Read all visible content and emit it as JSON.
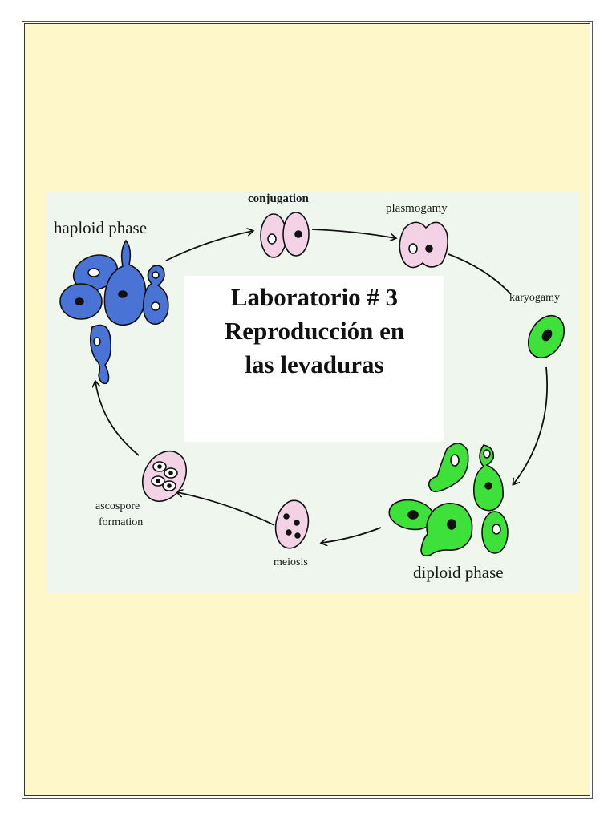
{
  "title": {
    "line1": "Laboratorio # 3",
    "line2": "Reproducción en",
    "line3": "las levaduras"
  },
  "diagram": {
    "labels": {
      "haploid_phase": "haploid phase",
      "conjugation": "conjugation",
      "plasmogamy": "plasmogamy",
      "karyogamy": "karyogamy",
      "diploid_phase": "diploid phase",
      "meiosis": "meiosis",
      "ascospore_line1": "ascospore",
      "ascospore_line2": "formation"
    },
    "colors": {
      "haploid": "#4a73d6",
      "diploid": "#3ee03a",
      "pink": "#f3d2e6",
      "page_bg": "#fdf7c9",
      "diagram_bg": "#eef6ee"
    }
  }
}
